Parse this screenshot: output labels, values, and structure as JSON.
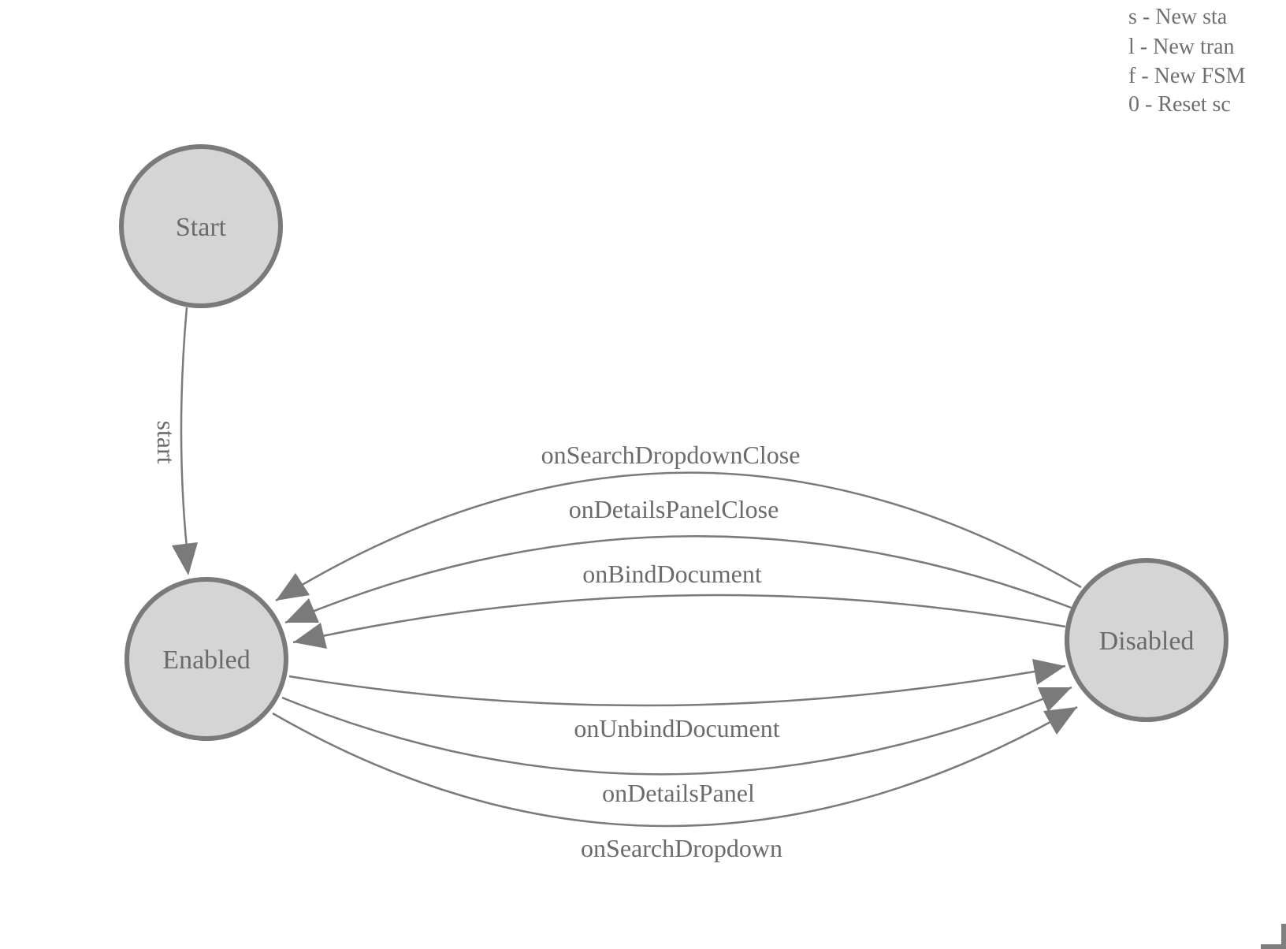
{
  "app": {
    "title": "FSM state diagram canvas"
  },
  "legend": {
    "items": [
      "s - New sta",
      "l - New tran",
      "f - New FSM",
      "0 - Reset sc"
    ]
  },
  "states": [
    {
      "id": "start",
      "label": "Start"
    },
    {
      "id": "enabled",
      "label": "Enabled"
    },
    {
      "id": "disabled",
      "label": "Disabled"
    }
  ],
  "transitions": [
    {
      "label": "start",
      "from": "Start",
      "to": "Enabled"
    },
    {
      "label": "onSearchDropdownClose",
      "from": "Disabled",
      "to": "Enabled"
    },
    {
      "label": "onDetailsPanelClose",
      "from": "Disabled",
      "to": "Enabled"
    },
    {
      "label": "onBindDocument",
      "from": "Disabled",
      "to": "Enabled"
    },
    {
      "label": "onUnbindDocument",
      "from": "Enabled",
      "to": "Disabled"
    },
    {
      "label": "onDetailsPanel",
      "from": "Enabled",
      "to": "Disabled"
    },
    {
      "label": "onSearchDropdown",
      "from": "Enabled",
      "to": "Disabled"
    }
  ],
  "colors": {
    "node_fill": "#d5d5d5",
    "node_stroke": "#7a7a7a",
    "edge": "#7a7a7a",
    "label_text": "#6b6b6b",
    "legend_text": "#6f6f6f"
  }
}
